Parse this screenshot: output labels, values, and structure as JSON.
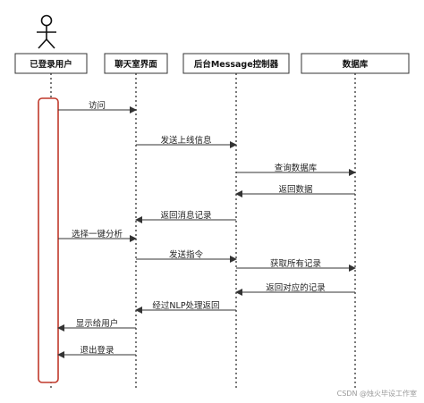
{
  "actors": [
    {
      "label": "已登录用户"
    },
    {
      "label": "聊天室界面"
    },
    {
      "label": "后台Message控制器"
    },
    {
      "label": "数据库"
    }
  ],
  "messages": [
    {
      "label": "访问",
      "from": 0,
      "to": 1
    },
    {
      "label": "发送上线信息",
      "from": 1,
      "to": 2
    },
    {
      "label": "查询数据库",
      "from": 2,
      "to": 3
    },
    {
      "label": "返回数据",
      "from": 3,
      "to": 2
    },
    {
      "label": "返回消息记录",
      "from": 2,
      "to": 1
    },
    {
      "label": "选择一键分析",
      "from": 0,
      "to": 1
    },
    {
      "label": "发送指令",
      "from": 1,
      "to": 2
    },
    {
      "label": "获取所有记录",
      "from": 2,
      "to": 3
    },
    {
      "label": "返回对应的记录",
      "from": 3,
      "to": 2
    },
    {
      "label": "经过NLP处理返回",
      "from": 2,
      "to": 1
    },
    {
      "label": "显示给用户",
      "from": 1,
      "to": 0
    },
    {
      "label": "退出登录",
      "from": 1,
      "to": 0
    }
  ],
  "watermark": "CSDN @烛火毕设工作室",
  "colors": {
    "activation_border": "#c0392b",
    "line": "#333333"
  }
}
